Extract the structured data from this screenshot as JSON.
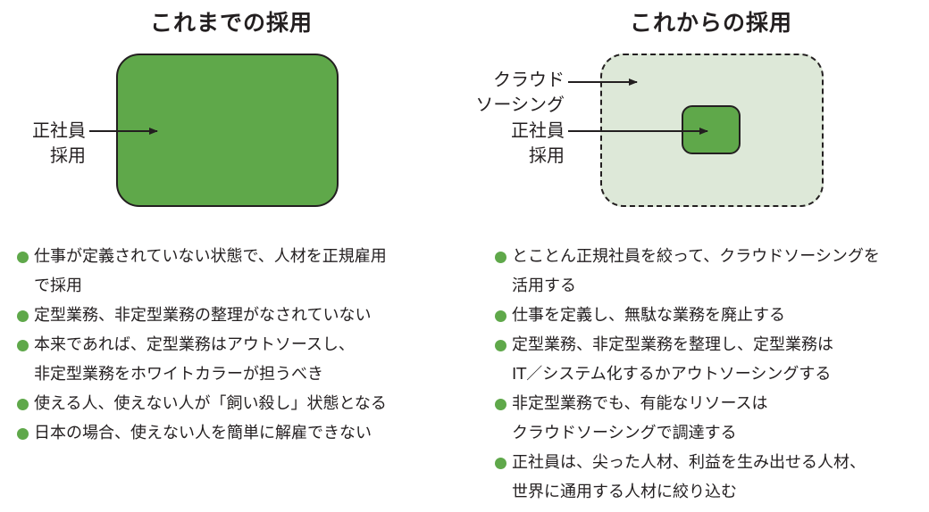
{
  "left": {
    "title": "これまでの採用",
    "label": [
      "正社員",
      "採用"
    ],
    "bullets": [
      [
        "仕事が定義されていない状態で、人材を正規雇用",
        "で採用"
      ],
      [
        "定型業務、非定型業務の整理がなされていない"
      ],
      [
        "本来であれば、定型業務はアウトソースし、",
        "非定型業務をホワイトカラーが担うべき"
      ],
      [
        "使える人、使えない人が「飼い殺し」状態となる"
      ],
      [
        "日本の場合、使えない人を簡単に解雇できない"
      ]
    ]
  },
  "right": {
    "title": "これからの採用",
    "outer_label": [
      "クラウド",
      "ソーシング"
    ],
    "inner_label": [
      "正社員",
      "採用"
    ],
    "bullets": [
      [
        "とことん正規社員を絞って、クラウドソーシングを",
        "活用する"
      ],
      [
        "仕事を定義し、無駄な業務を廃止する"
      ],
      [
        "定型業務、非定型業務を整理し、定型業務は",
        "IT／システム化するかアウトソーシングする"
      ],
      [
        "非定型業務でも、有能なリソースは",
        "クラウドソーシングで調達する"
      ],
      [
        "正社員は、尖った人材、利益を生み出せる人材、",
        "世界に通用する人材に絞り込む"
      ]
    ]
  },
  "colors": {
    "green": "#5fa84a",
    "light_green": "#dde8d8",
    "text": "#231f20"
  }
}
